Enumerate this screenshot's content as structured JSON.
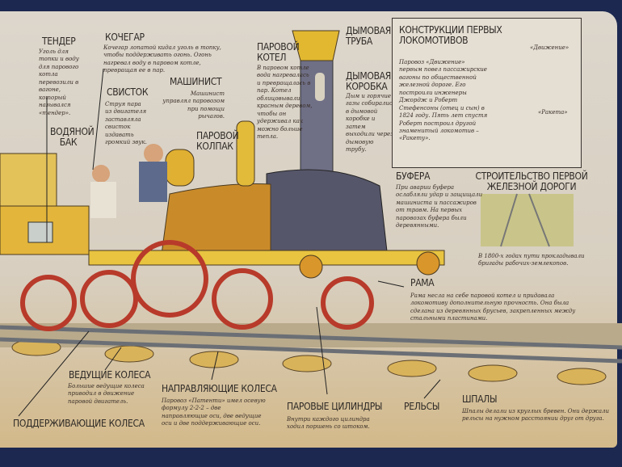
{
  "tender": {
    "title": "Тендер",
    "text": "Уголь для топки и воду для парового котла перевозили в вагоне, который назывался «тендер»."
  },
  "stoker": {
    "title": "Кочегар",
    "text": "Кочегар лопатой кидал уголь в топку, чтобы поддерживать огонь. Огонь нагревал воду в паровом котле, превращая ее в пар."
  },
  "whistle": {
    "title": "Свисток",
    "text": "Струя пара из двигателя заставляла свисток издавать громкий звук."
  },
  "driver": {
    "title": "Машинист",
    "text": "Машинист управлял паровозом при помощи рычагов."
  },
  "water_tank": {
    "title": "Водяной бак"
  },
  "steam_dome": {
    "title": "Паровой колпак"
  },
  "boiler": {
    "title": "Паровой котел",
    "text": "В паровом котле вода нагревалась и превращалась в пар. Котел облицовывали красным деревом, чтобы он удерживал как можно больше тепла."
  },
  "chimney": {
    "title": "Дымовая труба"
  },
  "smokebox": {
    "title": "Дымовая коробка",
    "text": "Дым и горячие газы собирались в дымовой коробке и затем выходили через дымовую трубу."
  },
  "early_locos": {
    "title": "Конструкции первых локомотивов",
    "text": "Паровоз «Движение» первым повел пассажирские вагоны по общественной железной дороге. Его построили инженеры Джордж и Роберт Стефенсоны (отец и сын) в 1824 году. Пять лет спустя Роберт построил другой знаменитый локомотив – «Ракету».",
    "loco1": "«Движение»",
    "loco2": "«Ракета»"
  },
  "buffers": {
    "title": "Буфера",
    "text": "При аварии буфера ослабляли удар и защищали машиниста и пассажиров от травм. На первых паровозах буфера были деревянными."
  },
  "first_railway": {
    "title": "Строительство первой железной дороги",
    "text": "В 1800-х годах пути прокладывали бригады рабочих-землекопов."
  },
  "frame": {
    "title": "Рама",
    "text": "Рама несла на себе паровой котел и придавала локомотиву дополнительную прочность. Она была сделана из деревянных брусьев, закрепленных между стальными пластинами."
  },
  "driving_wheels": {
    "title": "Ведущие колеса",
    "text": "Большие ведущие колеса приводил в движение паровой двигатель."
  },
  "trailing_wheels": {
    "title": "Поддерживающие колеса"
  },
  "leading_wheels": {
    "title": "Направляющие колеса",
    "text": "Паровоз «Патенти» имел осевую формулу 2-2-2 – две направляющие оси, две ведущие оси и две поддерживающие оси."
  },
  "cylinders": {
    "title": "Паровые цилиндры",
    "text": "Внутри каждого цилиндра ходил поршень со штоком."
  },
  "rails": {
    "title": "Рельсы"
  },
  "sleepers": {
    "title": "Шпалы",
    "text": "Шпалы делали из круглых бревен. Они держали рельсы на нужном расстоянии друг от друга."
  }
}
